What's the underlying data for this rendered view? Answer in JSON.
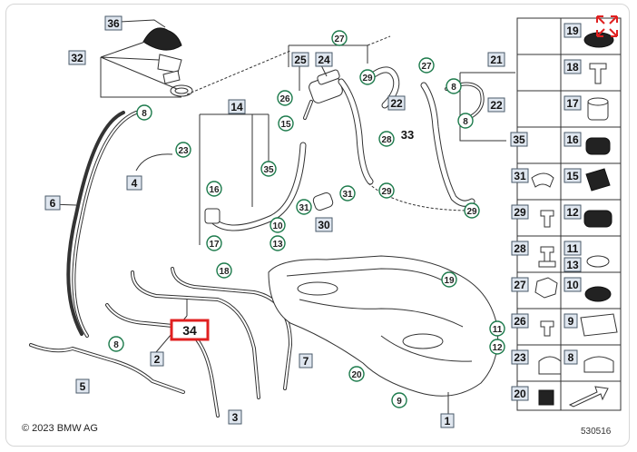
{
  "diagram": {
    "copyright": "© 2023 BMW AG",
    "doc_number": "530516",
    "highlighted_label": "34",
    "labels": [
      "36",
      "32",
      "25",
      "24",
      "21",
      "14",
      "6",
      "4",
      "30",
      "3",
      "2",
      "5",
      "7",
      "1",
      "33",
      "19",
      "18",
      "17",
      "16",
      "35",
      "15",
      "31",
      "12",
      "29",
      "28",
      "11",
      "13",
      "27",
      "10",
      "26",
      "9",
      "23",
      "8",
      "20"
    ],
    "callouts": [
      "27",
      "29",
      "22",
      "8",
      "26",
      "23",
      "15",
      "35",
      "16",
      "31",
      "17",
      "10",
      "13",
      "18",
      "19",
      "11",
      "12",
      "20",
      "9"
    ],
    "colors": {
      "label_fill": "#dfe6ef",
      "callout_ring": "#1c7a4b",
      "highlight": "#e02020",
      "expand_icon": "#e02020"
    },
    "icons": [
      "expand-icon"
    ]
  }
}
